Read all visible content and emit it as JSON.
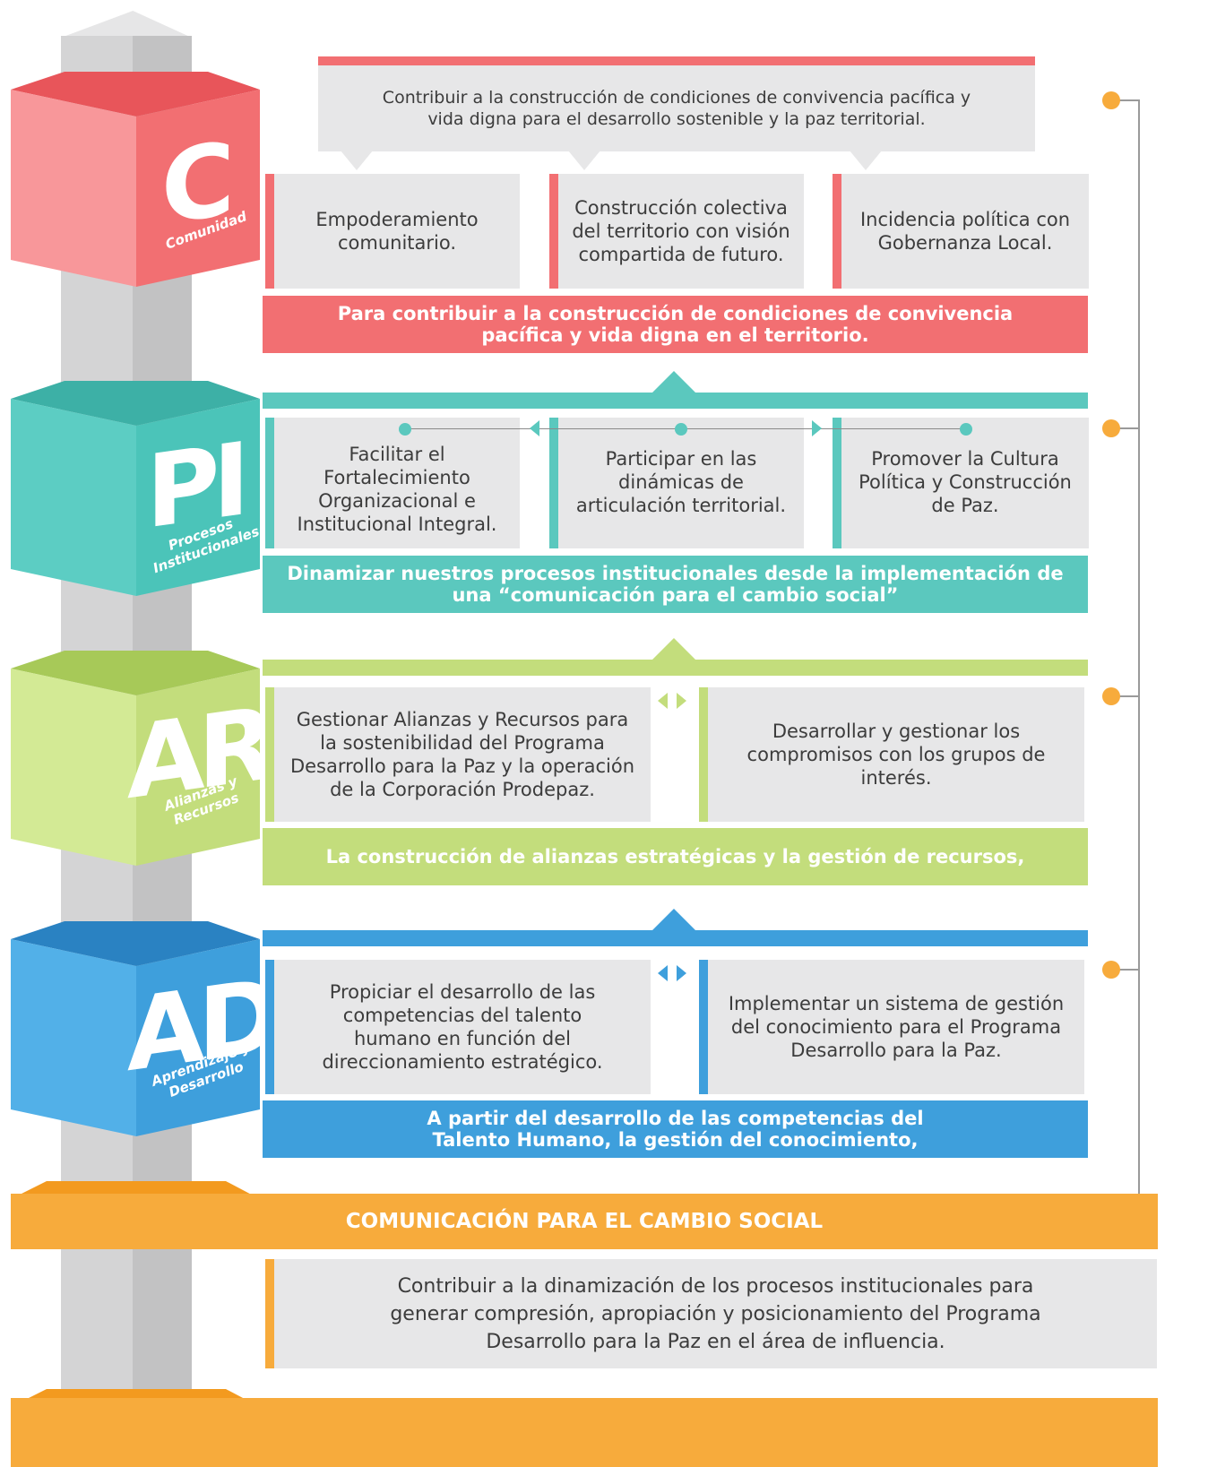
{
  "colors": {
    "red": "#f26f72",
    "teal": "#5bc8be",
    "green": "#c3dd7c",
    "blue": "#3e9fdc",
    "orange": "#f7ab3c",
    "card": "#e7e7e8"
  },
  "header": {
    "text": "Contribuir a la construcción de condiciones de convivencia pacífica y vida digna para el desarrollo sostenible y la paz territorial."
  },
  "comunidad": {
    "letters": "C",
    "sub": "Comunidad",
    "cards": [
      "Empoderamiento comunitario.",
      "Construcción colectiva del territorio con visión compartida de futuro.",
      "Incidencia política con Gobernanza Local."
    ],
    "band": "Para contribuir a la construcción de condiciones de convivencia pacífica y vida digna en el territorio."
  },
  "procesos": {
    "letters": "PI",
    "sub": "Procesos Institucionales",
    "cards": [
      "Facilitar el Fortalecimiento Organizacional e Institucional Integral.",
      "Participar en las dinámicas de articulación territorial.",
      "Promover la Cultura Política y Construcción de Paz."
    ],
    "band": "Dinamizar nuestros procesos institucionales desde la implementación de una “comunicación para el cambio social”"
  },
  "alianzas": {
    "letters": "AR",
    "sub": "Alianzas y Recursos",
    "cards": [
      "Gestionar Alianzas y Recursos para la sostenibilidad del Programa Desarrollo para la Paz y la operación de la Corporación Prodepaz.",
      "Desarrollar y gestionar los compromisos con los grupos de interés."
    ],
    "band": "La construcción de alianzas estratégicas y la gestión de recursos,"
  },
  "aprendizaje": {
    "letters": "AD",
    "sub": "Aprendizaje y Desarrollo",
    "cards": [
      "Propiciar el desarrollo de las competencias del talento humano en función del direccionamiento estratégico.",
      "Implementar un sistema de gestión del conocimiento para el Programa Desarrollo para la Paz."
    ],
    "band": "A partir del desarrollo de las competencias del Talento Humano, la gestión del conocimiento,"
  },
  "comunicacion": {
    "title": "COMUNICACIÓN PARA EL CAMBIO SOCIAL",
    "text": "Contribuir a la dinamización de los procesos institucionales para generar compresión, apropiación y posicionamiento del Programa Desarrollo para la Paz en el área de influencia."
  }
}
